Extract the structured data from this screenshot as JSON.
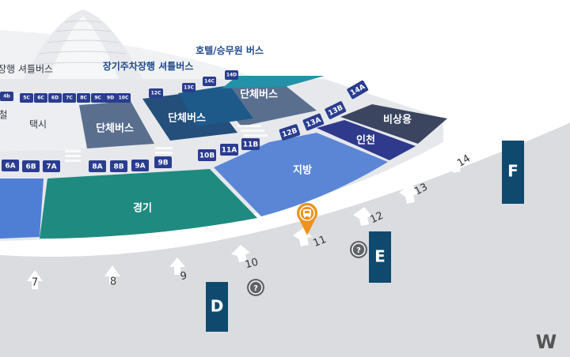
{
  "labels": {
    "hotel_crew_bus": "호텔/승무원 버스",
    "long_term_parking_shuttle": "장기주차장행 셔틀버스",
    "shuttle_left": "장행 셔틀버스",
    "group_bus_top": "단체버스",
    "group_bus_mid": "단체버스",
    "group_bus_left": "단체버스",
    "taxi": "택시",
    "taxi_partial": "철",
    "gyeonggi": "경기",
    "jibang": "지방",
    "incheon": "인천",
    "emergency": "비상용",
    "compass_west": "W"
  },
  "stops_small": [
    "4b",
    "5C",
    "6C",
    "6D",
    "7C",
    "8C",
    "9C",
    "9D",
    "10C",
    "12C",
    "13C",
    "14C",
    "14D"
  ],
  "stops_large": [
    "6A",
    "6B",
    "7A",
    "8A",
    "8B",
    "9A",
    "9B",
    "10B",
    "11A",
    "11B",
    "12B",
    "13A",
    "13B",
    "14A"
  ],
  "gates": [
    "7",
    "8",
    "9",
    "10",
    "11",
    "12",
    "13",
    "14"
  ],
  "zones": [
    "D",
    "E",
    "F"
  ],
  "colors": {
    "gyeonggi": "#1f8a80",
    "jibang": "#5b86d6",
    "incheon": "#2f3a8c",
    "emergency": "#3b4560",
    "group_bus": "#5a6f8e",
    "group_bus_dark": "#244f7a",
    "teal_strip": "#2391a7",
    "road": "#dadcdf",
    "zone_sign": "#0f4a6e",
    "stop_tag": "#2a3d8f",
    "bus_pin": "#f0931e"
  },
  "icons": [
    "bus-location-pin-icon",
    "info-help-icon",
    "direction-arrow-icon",
    "crosswalk-icon"
  ]
}
